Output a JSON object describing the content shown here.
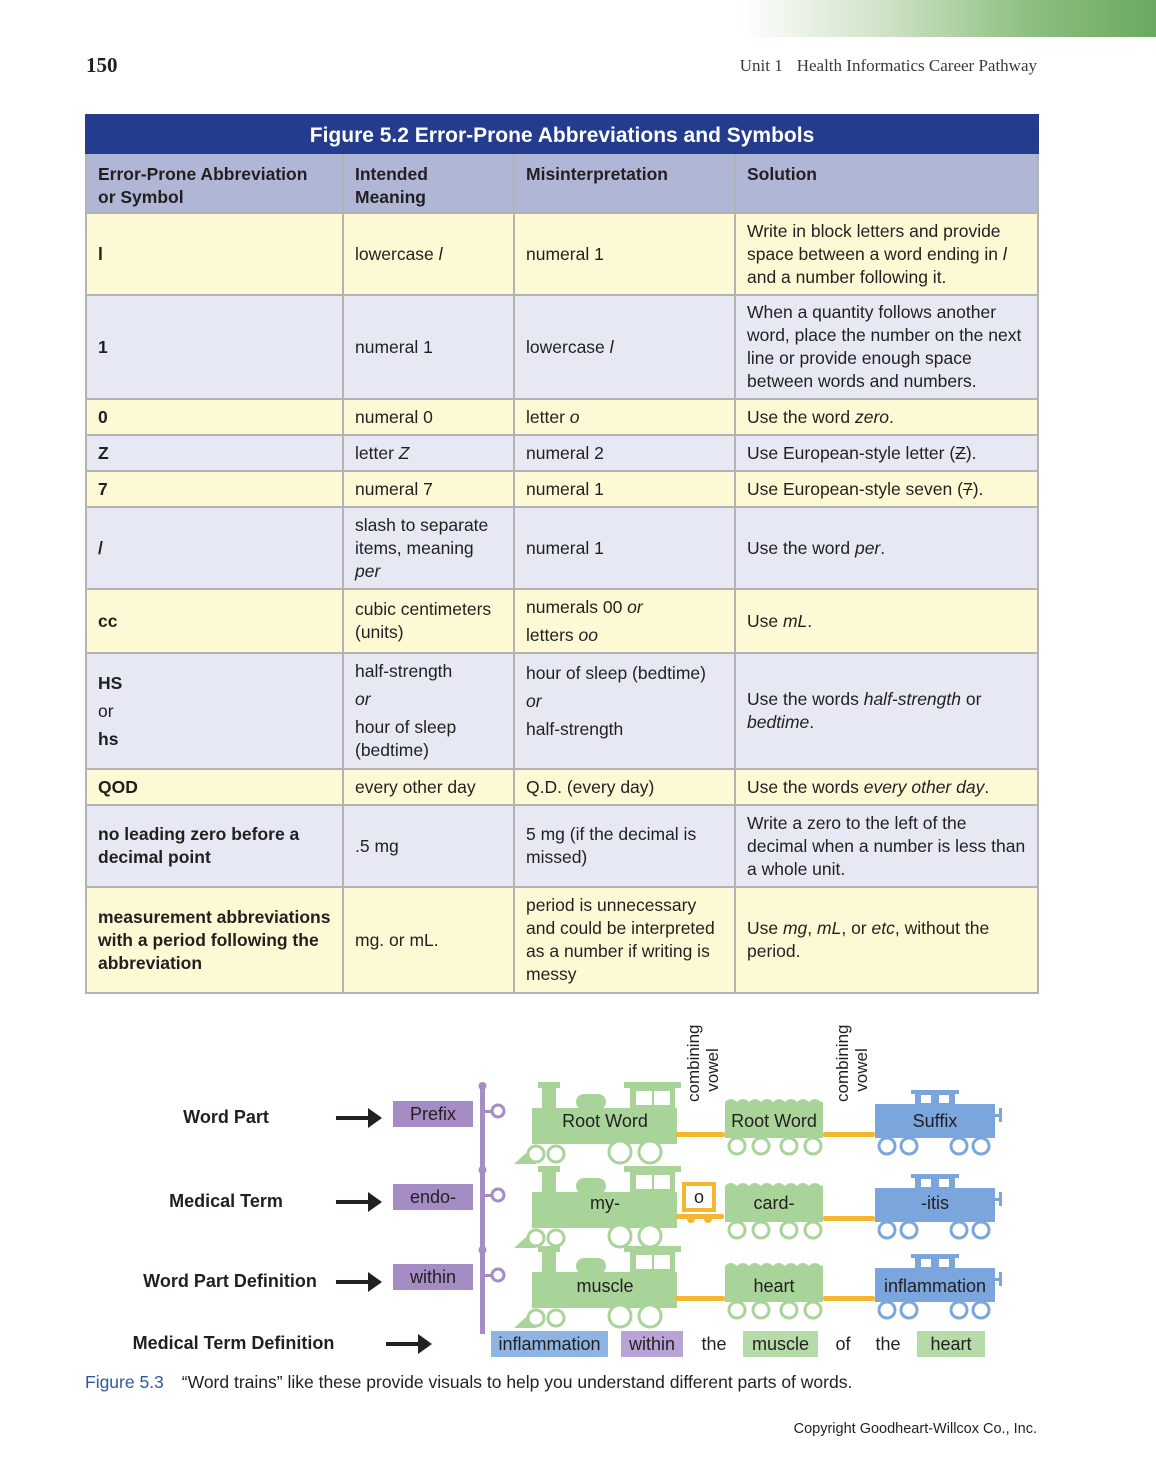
{
  "header": {
    "page_number": "150",
    "unit": "Unit 1",
    "title": "Health Informatics Career Pathway"
  },
  "table": {
    "title": "Figure 5.2 Error-Prone Abbreviations and Symbols",
    "columns": [
      "Error-Prone Abbreviation",
      "or Symbol",
      "Intended",
      "Meaning",
      "Misinterpretation",
      "Solution"
    ],
    "rows": {
      "r1": {
        "abbr": "l",
        "meaning": "lowercase ",
        "meaning_i": "l",
        "mis": "numeral 1",
        "sol_a": "Write in block letters and provide space between a word ending in ",
        "sol_i": "l",
        "sol_b": " and a number following it."
      },
      "r2": {
        "abbr": "1",
        "meaning": "numeral 1",
        "mis": "lowercase ",
        "mis_i": "l",
        "sol": "When a quantity follows another word, place the number on the next line or provide enough space between words and numbers."
      },
      "r3": {
        "abbr": "0",
        "meaning": "numeral 0",
        "mis": "letter ",
        "mis_i": "o",
        "sol_a": "Use the word ",
        "sol_i": "zero",
        "sol_b": "."
      },
      "r4": {
        "abbr": "Z",
        "meaning": "letter ",
        "meaning_i": "Z",
        "mis": "numeral 2",
        "sol_a": "Use European-style letter (",
        "sol_s": "Z",
        "sol_b": ")."
      },
      "r5": {
        "abbr": "7",
        "meaning": "numeral 7",
        "mis": "numeral 1",
        "sol_a": "Use European-style seven (",
        "sol_s": "7",
        "sol_b": ")."
      },
      "r6": {
        "abbr": "/",
        "meaning": "slash to separate items, meaning ",
        "meaning_i": "per",
        "mis": "numeral 1",
        "sol_a": "Use the word ",
        "sol_i": "per",
        "sol_b": "."
      },
      "r7": {
        "abbr": "cc",
        "meaning": "cubic centimeters (units)",
        "mis_a": "numerals 00 ",
        "mis_or": "or",
        "mis_b": "letters ",
        "mis_bi": "oo",
        "sol_a": "Use ",
        "sol_i": "mL",
        "sol_b": "."
      },
      "r8": {
        "abbr_1": "HS",
        "abbr_or": "or",
        "abbr_2": "hs",
        "meaning_1": "half-strength",
        "meaning_or": "or",
        "meaning_2": "hour of sleep (bedtime)",
        "mis_1": "hour of sleep (bedtime)",
        "mis_or": "or",
        "mis_2": "half-strength",
        "sol_a": "Use the words ",
        "sol_i1": "half-strength",
        "sol_b": " or ",
        "sol_i2": "bedtime",
        "sol_c": "."
      },
      "r9": {
        "abbr": "QOD",
        "meaning": "every other day",
        "mis": "Q.D. (every day)",
        "sol_a": "Use the words ",
        "sol_i": "every other day",
        "sol_b": "."
      },
      "r10": {
        "abbr": "no leading zero before a decimal point",
        "meaning": ".5 mg",
        "mis": "5 mg (if the decimal is missed)",
        "sol": "Write a zero to the left of the decimal when a number is less than a whole unit."
      },
      "r11": {
        "abbr": "measurement abbreviations with a period following the abbreviation",
        "meaning": "mg. or mL.",
        "mis": "period is unnecessary and could be interpreted as a number if writing is messy",
        "sol_a": "Use ",
        "sol_i1": "mg",
        "sol_b": ", ",
        "sol_i2": "mL",
        "sol_c": ", or ",
        "sol_i3": "etc",
        "sol_d": ", without the period."
      }
    }
  },
  "word_train": {
    "labels": {
      "word_part": "Word Part",
      "medical_term": "Medical Term",
      "word_part_def": "Word Part Definition",
      "medical_term_def": "Medical Term Definition"
    },
    "combining_vowel": [
      "combining",
      "vowel"
    ],
    "row1": {
      "prefix": "Prefix",
      "root1": "Root Word",
      "root2": "Root Word",
      "suffix": "Suffix"
    },
    "row2": {
      "prefix": "endo-",
      "root1": "my-",
      "vowel": "o",
      "root2": "card-",
      "suffix": "-itis"
    },
    "row3": {
      "prefix": "within",
      "root1": "muscle",
      "root2": "heart",
      "suffix": "inflammation"
    },
    "definition": [
      "inflammation",
      "within",
      "the",
      "muscle",
      "of",
      "the",
      "heart"
    ],
    "colors": {
      "prefix": "#a58cc4",
      "engine": "#a8d49a",
      "suffix": "#7aa6dd",
      "coupler": "#f5b731",
      "def_blue": "#8eb4e3",
      "def_purple": "#b9a3d6",
      "def_green": "#b5dba8"
    }
  },
  "caption": {
    "figure": "Figure 5.3",
    "text": "“Word trains” like these provide visuals to help you understand different parts of words."
  },
  "copyright": "Copyright Goodheart-Willcox Co., Inc."
}
